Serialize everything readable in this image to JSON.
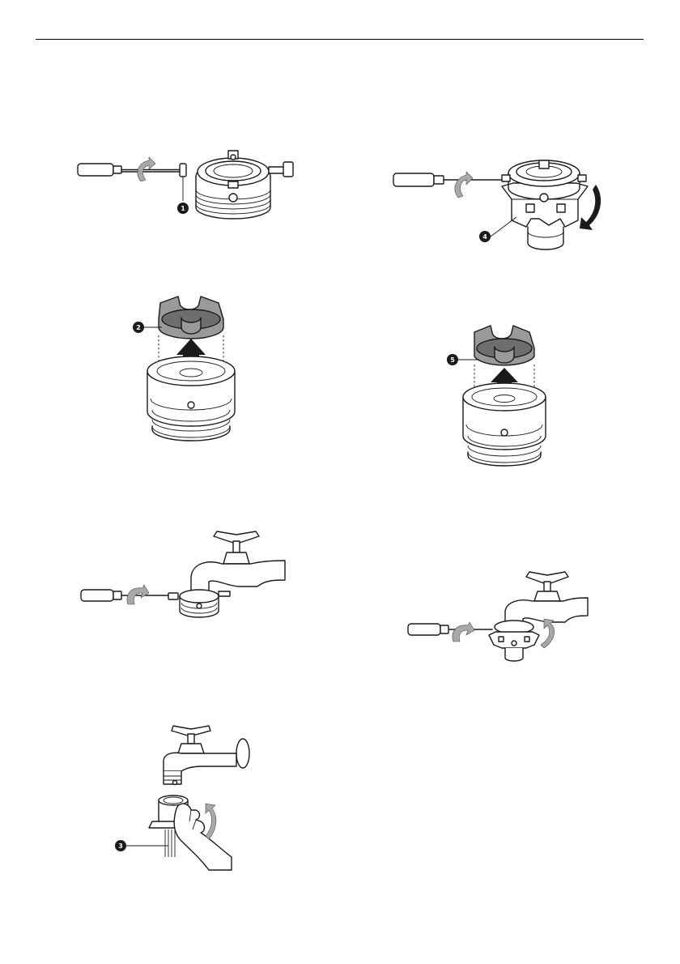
{
  "callouts": {
    "c1": "1",
    "c2": "2",
    "c3": "3",
    "c4": "4",
    "c5": "5"
  },
  "icons": {
    "screwdriver": "screwdriver-icon",
    "rotation_arrow": "rotation-arrow-icon",
    "up_arrow": "up-arrow-icon"
  },
  "colors": {
    "line": "#1a1a1a",
    "gray_part": "#9a9a9a",
    "callout_fill": "#1a1a1a"
  }
}
